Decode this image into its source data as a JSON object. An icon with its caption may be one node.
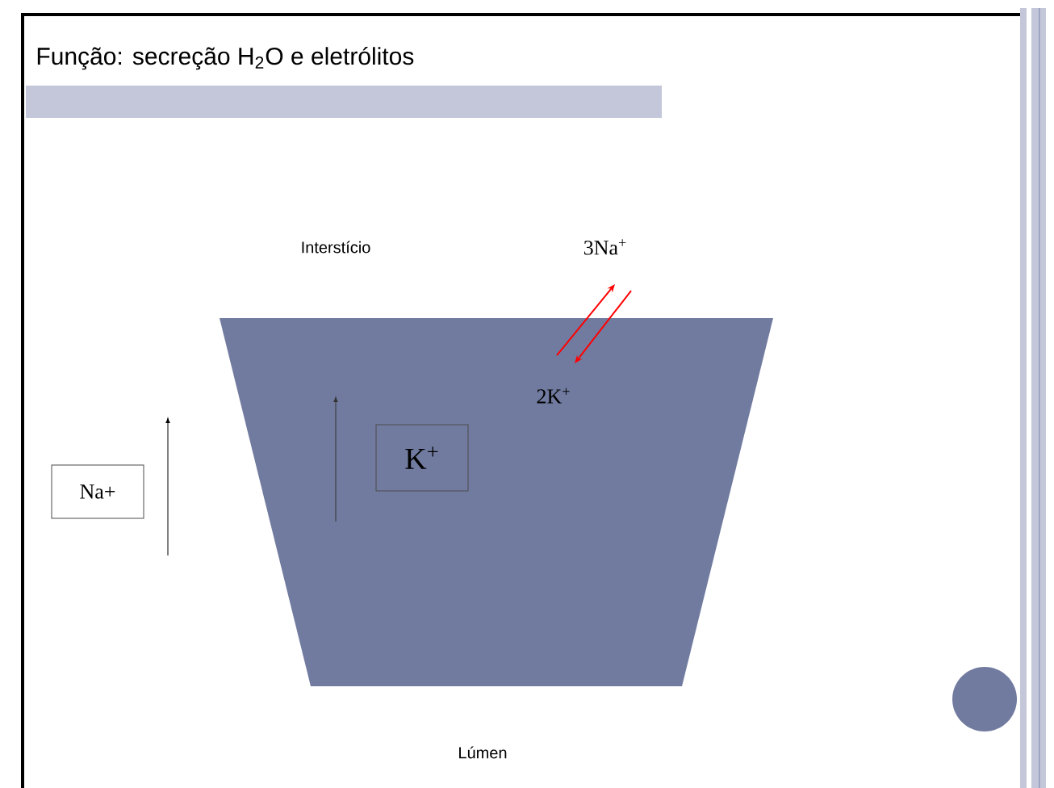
{
  "diagram": {
    "title": "Função: secreção H$_{2}$O e eletrólitos",
    "nodes": [
      {
        "text": [],
        "shape": "trapezoid"
      },
      {
        "text": [
          "3Na$^{+}$"
        ]
      },
      {
        "text": [
          "2K$^{+}$"
        ],
        "in": 0
      },
      {
        "text": [
          "K$^{+}$"
        ],
        "in": 0
      },
      {
        "text": [
          "Na+"
        ]
      }
    ],
    "edges": [
      {
        "from": 2,
        "to": 1,
        "arrow": "to",
        "color": "#ff0000"
      },
      {
        "from": 1,
        "to": 2,
        "arrow": "to",
        "color": "#ff0000"
      }
    ],
    "labels": [
      "Interstício",
      "Lúmen"
    ]
  }
}
